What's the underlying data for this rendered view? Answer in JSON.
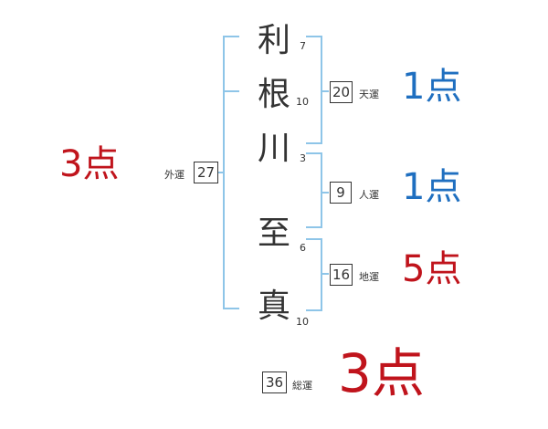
{
  "name": {
    "surname": [
      {
        "char": "利",
        "strokes": "7"
      },
      {
        "char": "根",
        "strokes": "10"
      },
      {
        "char": "川",
        "strokes": "3"
      }
    ],
    "given": [
      {
        "char": "至",
        "strokes": "6"
      },
      {
        "char": "真",
        "strokes": "10"
      }
    ]
  },
  "fortunes": {
    "gaiun": {
      "label": "外運",
      "value": "27",
      "score": "3点"
    },
    "tenun": {
      "label": "天運",
      "value": "20",
      "score": "1点"
    },
    "jinun": {
      "label": "人運",
      "value": "9",
      "score": "1点"
    },
    "chiun": {
      "label": "地運",
      "value": "16",
      "score": "5点"
    },
    "souun": {
      "label": "総運",
      "value": "36",
      "score": "3点"
    }
  },
  "colors": {
    "bracket": "#8ec5e8",
    "score_blue": "#1f6fc0",
    "score_red": "#c0141c",
    "text": "#333333"
  }
}
